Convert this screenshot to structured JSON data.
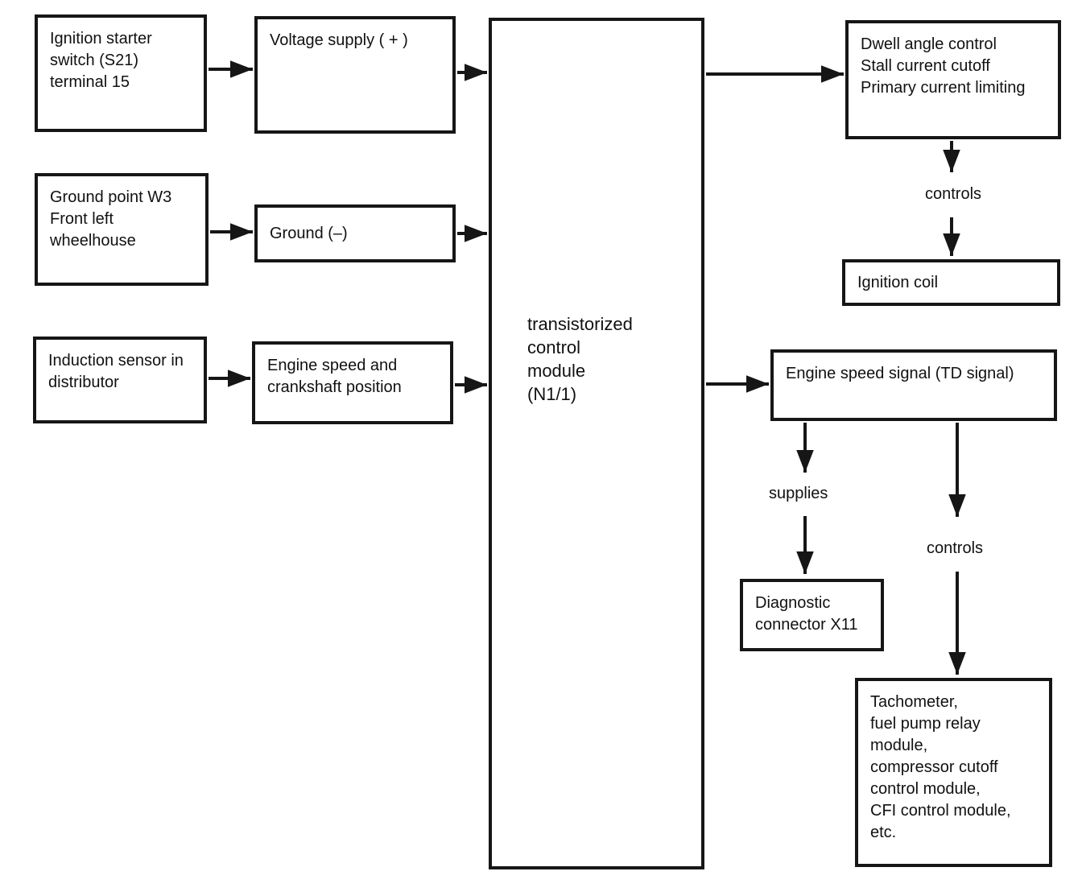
{
  "diagram": {
    "nodes": {
      "ignition_switch": "Ignition starter\nswitch (S21)\nterminal 15",
      "voltage_supply": "Voltage supply ( + )",
      "ground_point": "Ground point W3\nFront left\nwheelhouse",
      "ground": "Ground (–)",
      "induction_sensor": "Induction sensor in\ndistributor",
      "engine_speed_crankshaft": "Engine speed and\ncrankshaft position",
      "control_module": "transistorized\ncontrol\nmodule\n(N1/1)",
      "dwell_functions": "Dwell angle control\nStall current cutoff\nPrimary current limiting",
      "ignition_coil": "Ignition coil",
      "td_signal": "Engine speed signal (TD signal)",
      "diagnostic_connector": "Diagnostic\nconnector X11",
      "tachometer_loads": "Tachometer,\nfuel pump relay\nmodule,\ncompressor cutoff\ncontrol module,\nCFI control module,\netc."
    },
    "edge_labels": {
      "controls_top": "controls",
      "supplies": "supplies",
      "controls_bottom": "controls"
    },
    "colors": {
      "line": "#161616",
      "text": "#111111",
      "background": "#ffffff"
    }
  }
}
